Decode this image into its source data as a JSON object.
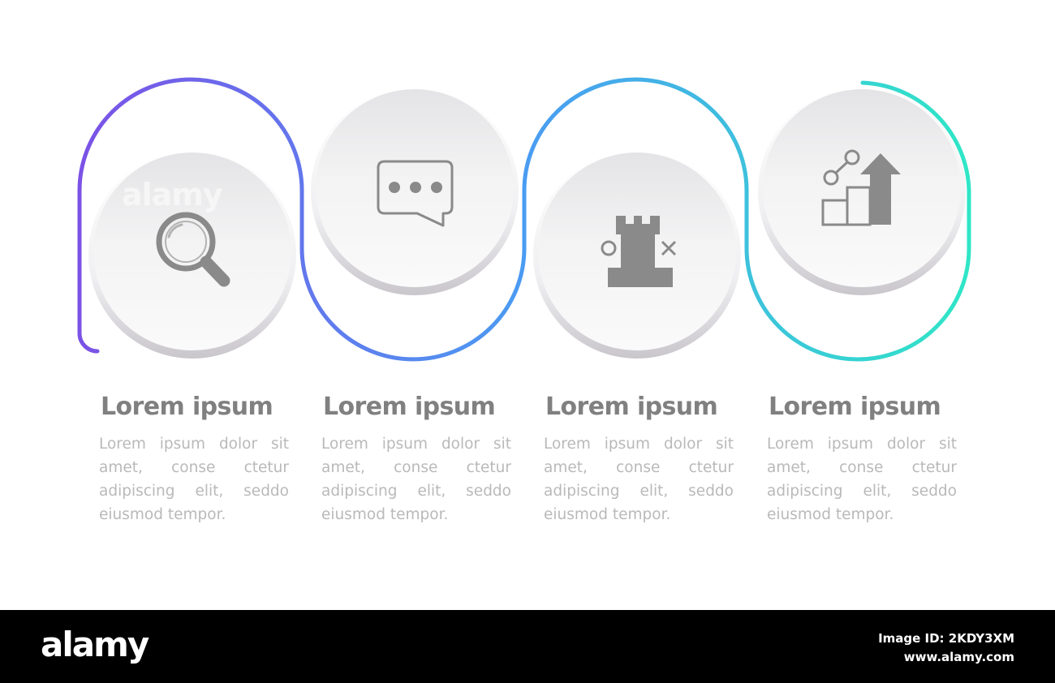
{
  "colors": {
    "gradient_start": "#7b52e6",
    "gradient_mid": "#4a9cf2",
    "gradient_end": "#2fe7c6",
    "icon": "#8a8a8a",
    "title_text": "#808080",
    "body_text": "#b9b9b9",
    "footer_bg": "#000000"
  },
  "steps": [
    {
      "icon": "magnifier-icon",
      "title": "Lorem ipsum",
      "body": "Lorem ipsum dolor sit amet, conse ctetur adipiscing elit, seddo eiusmod tempor."
    },
    {
      "icon": "speech-bubble-icon",
      "title": "Lorem ipsum",
      "body": "Lorem ipsum dolor sit amet, conse ctetur adipiscing elit, seddo eiusmod tempor."
    },
    {
      "icon": "chess-rook-strategy-icon",
      "title": "Lorem ipsum",
      "body": "Lorem ipsum dolor sit amet, conse ctetur adipiscing elit, seddo eiusmod tempor."
    },
    {
      "icon": "growth-chart-arrow-icon",
      "title": "Lorem ipsum",
      "body": "Lorem ipsum dolor sit amet, conse ctetur adipiscing elit, seddo eiusmod tempor."
    }
  ],
  "footer": {
    "logo": "alamy",
    "image_id": "Image ID: 2KDY3XM",
    "site": "www.alamy.com"
  },
  "watermark": "alamy"
}
